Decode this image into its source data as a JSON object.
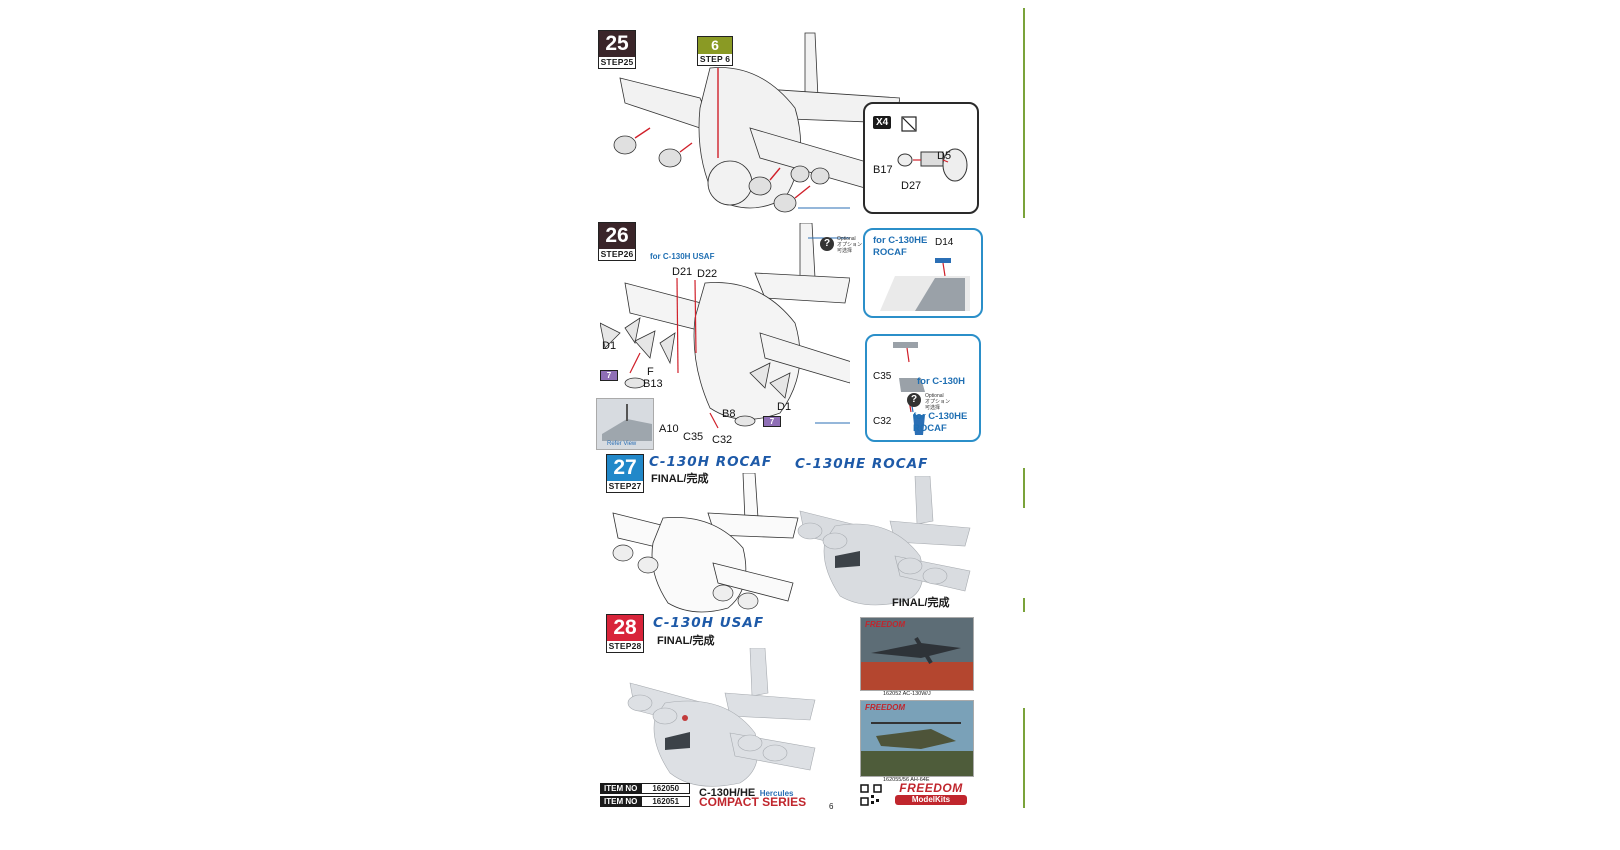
{
  "steps": {
    "s25": {
      "num": "25",
      "label": "STEP25"
    },
    "s26": {
      "num": "26",
      "label": "STEP26"
    },
    "s27": {
      "num": "27",
      "label": "STEP27"
    },
    "s28": {
      "num": "28",
      "label": "STEP28"
    },
    "ref6": {
      "num": "6",
      "label": "STEP 6"
    }
  },
  "step25": {
    "multiplier": "X4",
    "parts": {
      "b17": "B17",
      "d27": "D27",
      "d5": "D5"
    }
  },
  "step26": {
    "usaf_label": "for C-130H USAF",
    "parts": {
      "d21": "D21",
      "d22": "D22",
      "d1a": "D1",
      "d1b": "D1",
      "b13": "B13",
      "b8": "B8",
      "a10": "A10",
      "c35": "C35",
      "c32": "C32",
      "f": "F"
    },
    "callout1": {
      "label": "for C-130HE\nROCAF",
      "part": "D14",
      "optional": "Optional\nオプション\n可选择"
    },
    "callout2": {
      "part_c35": "C35",
      "for_h": "for C-130H",
      "part_c32": "C32",
      "for_he": "for C-130HE\nROCAF",
      "optional": "Optional\nオプション\n可选择"
    },
    "ref_num": "7",
    "refer_view": "Refer View"
  },
  "step27": {
    "title_a": "C-130H ROCAF",
    "title_b": "C-130HE ROCAF",
    "final_a": "FINAL/完成",
    "final_b": "FINAL/完成"
  },
  "step28": {
    "title": "C-130H USAF",
    "final": "FINAL/完成"
  },
  "promos": [
    {
      "brand": "FREEDOM",
      "caption": "162052 AC-130W/J"
    },
    {
      "brand": "FREEDOM",
      "caption": "162055/56 AH-64E"
    }
  ],
  "footer": {
    "item_no_label": "ITEM NO",
    "item_1": "162050",
    "item_2": "162051",
    "product_a": "C-130H/HE",
    "product_b": "Hercules",
    "series": "COMPACT SERIES",
    "page": "6",
    "logo_top": "FREEDOM",
    "logo_bottom": "ModelKits"
  },
  "colors": {
    "step25": "#3a2529",
    "step26": "#3a2529",
    "step27": "#2188c9",
    "step28": "#d8243a",
    "ref6": "#8a9a24",
    "accent_blue": "#1e5aa8"
  }
}
